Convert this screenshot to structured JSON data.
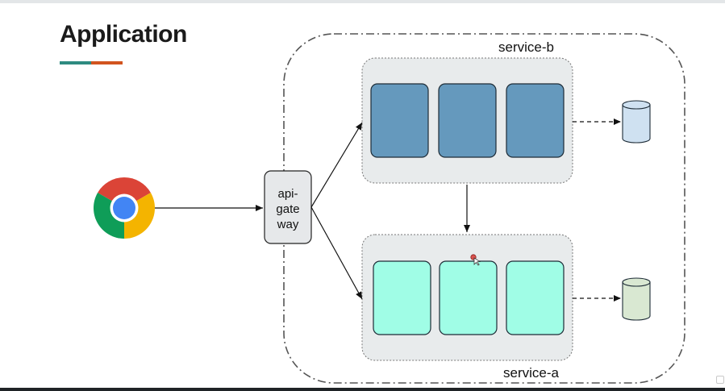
{
  "title": "Application",
  "colors": {
    "accent_teal": "#2e8b80",
    "accent_orange": "#d2541f",
    "service_b_pod": "#6599bd",
    "service_a_pod": "#a0fde6",
    "service_b_db": "#cfe1f1",
    "service_a_db": "#d9e8d2",
    "service_container": "#e8ebec",
    "gateway_fill": "#e6e8ea"
  },
  "client": {
    "icon": "chrome-icon"
  },
  "api_gateway": {
    "lines": [
      "api-",
      "gate",
      "way"
    ]
  },
  "services": {
    "service_b": {
      "label": "service-b",
      "pods": 3
    },
    "service_a": {
      "label": "service-a",
      "pods": 3
    }
  }
}
